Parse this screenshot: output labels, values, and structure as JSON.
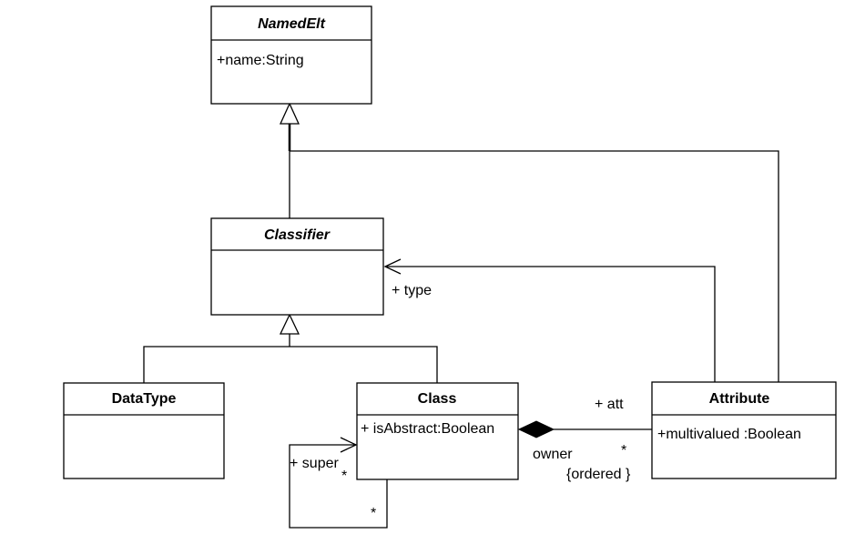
{
  "classes": {
    "named_elt": {
      "name": "NamedElt",
      "attributes": [
        "+name:String"
      ]
    },
    "classifier": {
      "name": "Classifier",
      "attributes": []
    },
    "datatype": {
      "name": "DataType",
      "attributes": []
    },
    "class": {
      "name": "Class",
      "attributes": [
        "+ isAbstract:Boolean"
      ]
    },
    "attribute": {
      "name": "Attribute",
      "attributes": [
        "+multivalued :Boolean"
      ]
    }
  },
  "associations": {
    "type": {
      "role": "+ type"
    },
    "att": {
      "role": "+ att",
      "owner_role": "owner",
      "multiplicity": "*",
      "constraint": "{ordered }"
    },
    "super": {
      "role": "+ super",
      "multiplicity_source": "*",
      "multiplicity_target": "*"
    }
  }
}
